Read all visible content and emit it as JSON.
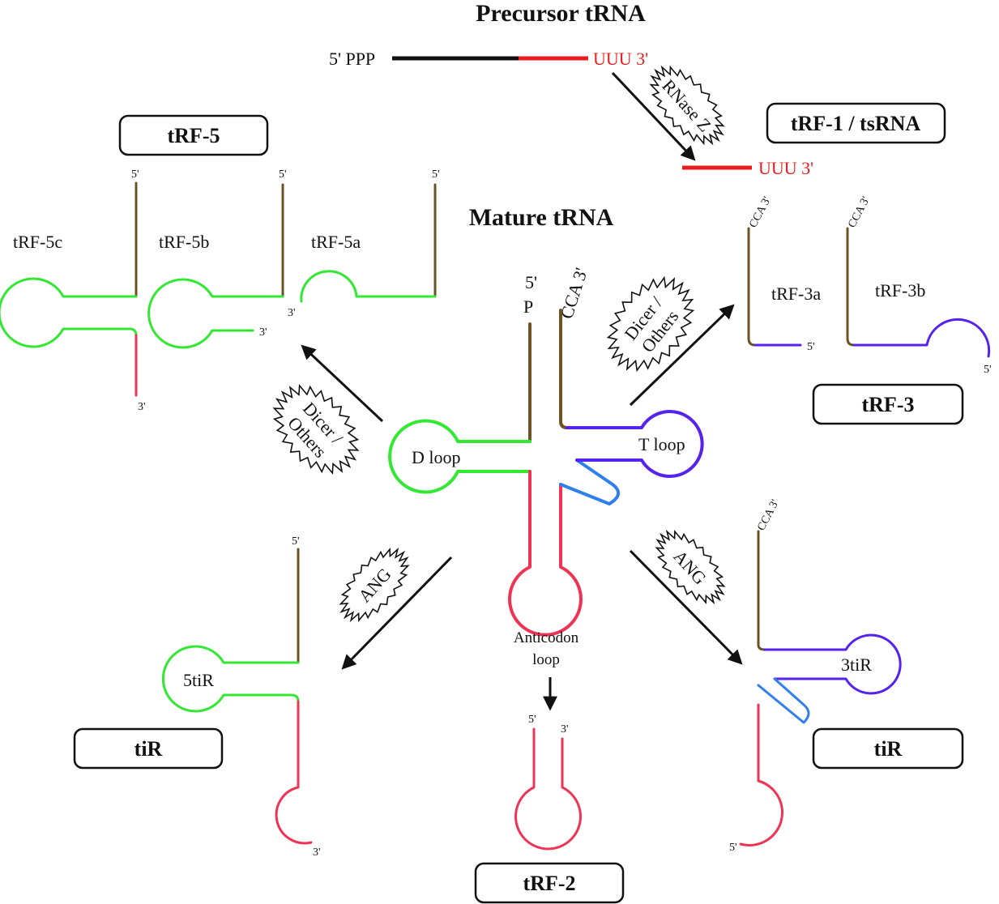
{
  "titles": {
    "precursor": "Precursor tRNA",
    "mature": "Mature tRNA"
  },
  "precursor": {
    "five_prime": "5' PPP",
    "three_prime": "UUU 3'"
  },
  "trf1": {
    "box": "tRF-1 / tsRNA",
    "three_prime": "UUU 3'"
  },
  "enzymes": {
    "rnase_z": "RNase Z",
    "dicer_left": [
      "Dicer /",
      "Others"
    ],
    "dicer_right": [
      "Dicer /",
      "Others"
    ],
    "ang_left": "ANG",
    "ang_right": "ANG"
  },
  "mature_labels": {
    "five_p_top": "5'",
    "five_p_bottom": "P",
    "cca": "CCA 3'",
    "d_loop": "D loop",
    "t_loop": "T loop",
    "anticodon_line1": "Anticodon",
    "anticodon_line2": "loop"
  },
  "trf5": {
    "box": "tRF-5",
    "c": "tRF-5c",
    "b": "tRF-5b",
    "a": "tRF-5a",
    "five_prime": "5'",
    "three_prime": "3'"
  },
  "trf3": {
    "box": "tRF-3",
    "a": "tRF-3a",
    "b": "tRF-3b",
    "cca": "CCA 3'",
    "five_prime": "5'"
  },
  "tir_left": {
    "box": "tiR",
    "label": "5tiR",
    "five_prime": "5'",
    "three_prime": "3'"
  },
  "tir_right": {
    "box": "tiR",
    "label": "3tiR",
    "cca": "CCA 3'",
    "five_prime": "5'"
  },
  "trf2": {
    "box": "tRF-2",
    "five_prime": "5'",
    "three_prime": "3'"
  },
  "colors": {
    "acceptor": "#6b5323",
    "d_arm": "#33e833",
    "anticodon": "#ee3355",
    "t_arm": "#5522ee",
    "variable": "#2f80ee",
    "trailer": "#e81c1c",
    "leader": "#111111"
  }
}
